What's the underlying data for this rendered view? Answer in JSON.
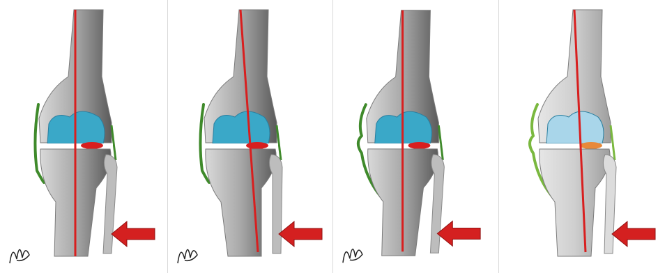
{
  "figure": {
    "panel_count": 4,
    "panels": [
      {
        "id": "panel-1",
        "variant": "normal-alignment",
        "colors": {
          "bone": "#8a8a8a",
          "cartilage": "#3aa8c8",
          "meniscus": "#d81f1f",
          "ligament": "#3f8a2b"
        }
      },
      {
        "id": "panel-2",
        "variant": "varus-deviation",
        "colors": {
          "bone": "#8a8a8a",
          "cartilage": "#3aa8c8",
          "meniscus": "#d81f1f",
          "ligament": "#3f8a2b"
        }
      },
      {
        "id": "panel-3",
        "variant": "varus-wavy-ligament",
        "colors": {
          "bone": "#8a8a8a",
          "cartilage": "#3aa8c8",
          "meniscus": "#d81f1f",
          "ligament": "#3f8a2b"
        }
      },
      {
        "id": "panel-4",
        "variant": "light-faded",
        "colors": {
          "bone": "#c4c4c4",
          "cartilage": "#a9d6ea",
          "meniscus": "#e8893a",
          "ligament": "#7ab83f"
        }
      }
    ],
    "mechanical_axis_color": "#d81f1f",
    "arrow_color": "#d42020"
  }
}
